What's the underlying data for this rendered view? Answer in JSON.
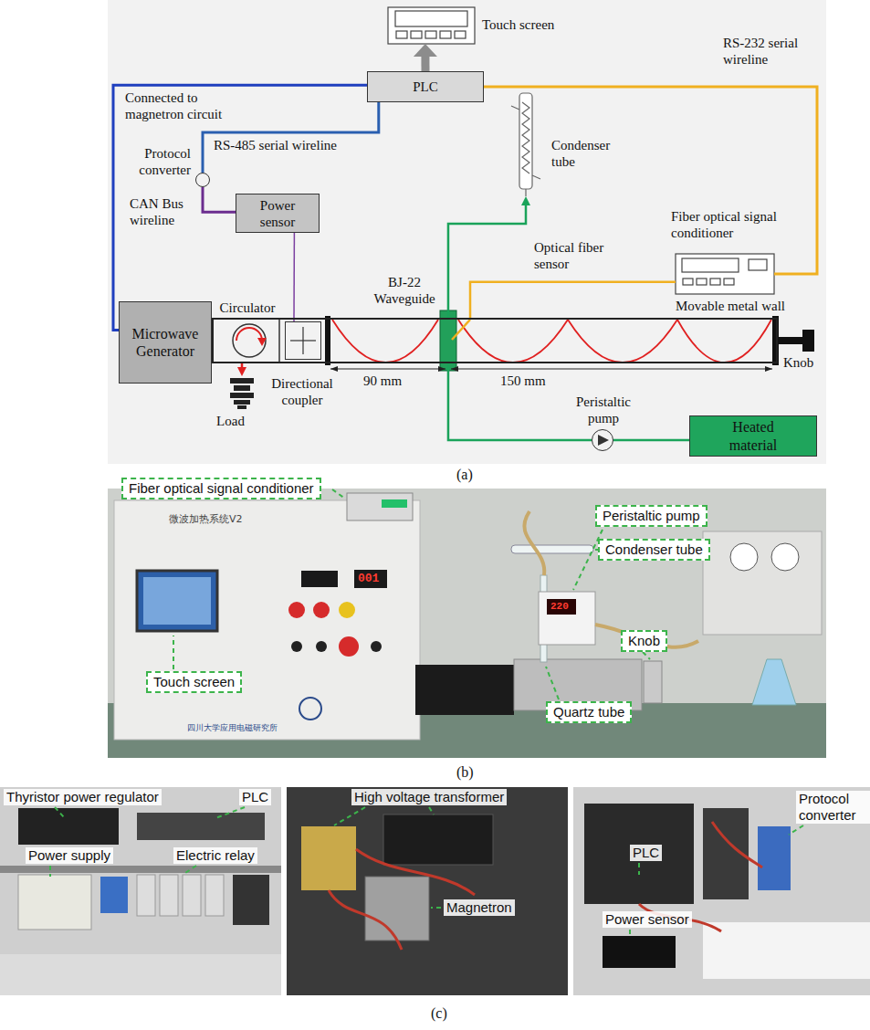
{
  "diagram": {
    "nodes": [
      {
        "text": [
          "Touch screen"
        ]
      },
      {
        "text": [
          "PLC"
        ]
      },
      {
        "text": [
          "Protocol converter"
        ]
      },
      {
        "text": [
          "Power sensor"
        ]
      },
      {
        "text": [
          "Microwave Generator"
        ]
      },
      {
        "text": [
          "Circulator"
        ]
      },
      {
        "text": [
          "Directional coupler"
        ]
      },
      {
        "text": [
          "Load"
        ]
      },
      {
        "text": [
          "BJ-22 Waveguide"
        ]
      },
      {
        "text": [
          "Condenser tube"
        ]
      },
      {
        "text": [
          "Fiber optical signal conditioner"
        ]
      },
      {
        "text": [
          "Peristaltic pump"
        ]
      },
      {
        "text": [
          "Heated material"
        ]
      },
      {
        "text": [
          "Fiber optical signal conditioner"
        ]
      },
      {
        "text": [
          "Touch screen"
        ]
      },
      {
        "text": [
          "Peristaltic pump"
        ]
      },
      {
        "text": [
          "Condenser tube"
        ]
      },
      {
        "text": [
          "Knob"
        ]
      },
      {
        "text": [
          "Quartz tube"
        ]
      }
    ],
    "edges": [
      {
        "from": 1,
        "to": 0,
        "arrow": "to"
      },
      {
        "from": 4,
        "to": 1,
        "arrow": "none",
        "label": "Connected to magnetron circuit"
      },
      {
        "from": 1,
        "to": 2,
        "arrow": "none",
        "label": "RS-485 serial wireline"
      },
      {
        "from": 2,
        "to": 3,
        "arrow": "none",
        "label": "CAN Bus wireline"
      },
      {
        "from": 3,
        "to": 6,
        "arrow": "none"
      },
      {
        "from": 1,
        "to": 10,
        "arrow": "none",
        "label": "RS-232 serial wireline"
      },
      {
        "from": 10,
        "to": 8,
        "arrow": "none"
      },
      {
        "from": 8,
        "to": 9,
        "arrow": "to"
      },
      {
        "from": 8,
        "to": 11,
        "arrow": "none"
      },
      {
        "from": 12,
        "to": 11,
        "arrow": "none"
      },
      {
        "from": 5,
        "to": 7,
        "arrow": "to"
      }
    ],
    "labels": [
      "Optical fiber sensor",
      "Movable metal wall",
      "Knob",
      "90 mm",
      "150 mm",
      "(a)",
      "微波加热系统V2",
      "001",
      "220",
      "四川大学应用电磁研究所",
      "(b)",
      "Thyristor power regulator",
      "PLC",
      "Power supply",
      "Electric relay",
      "High voltage transformer",
      "Magnetron",
      "PLC",
      "Protocol converter",
      "Power sensor",
      "(c)"
    ]
  }
}
